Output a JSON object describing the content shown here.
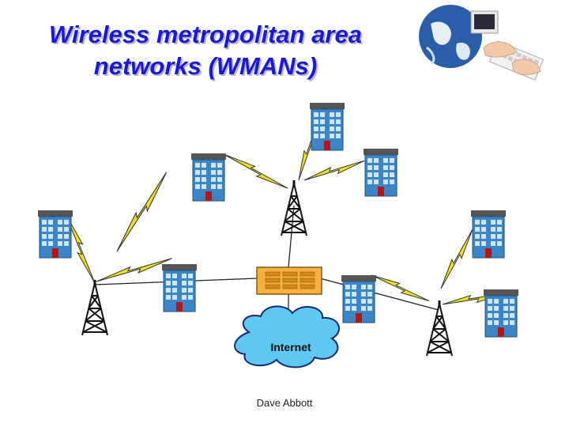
{
  "slide": {
    "title_lines": [
      "Wireless metropolitan area",
      "networks (WMANs)"
    ],
    "footer": "Dave Abbott"
  },
  "diagram": {
    "cloud_label": "Internet",
    "icons": {
      "building": "building-icon",
      "tower": "tower-icon",
      "router": "router-icon",
      "cloud": "internet-cloud-icon",
      "link": "lightning-bolt-icon",
      "clipart": "globe-computer-clipart"
    },
    "colors": {
      "title": "#1a1ad6",
      "link": "#f0e020",
      "cloud": "#5ec8f2",
      "router": "#f4b040",
      "building": "#3c86c8"
    }
  }
}
